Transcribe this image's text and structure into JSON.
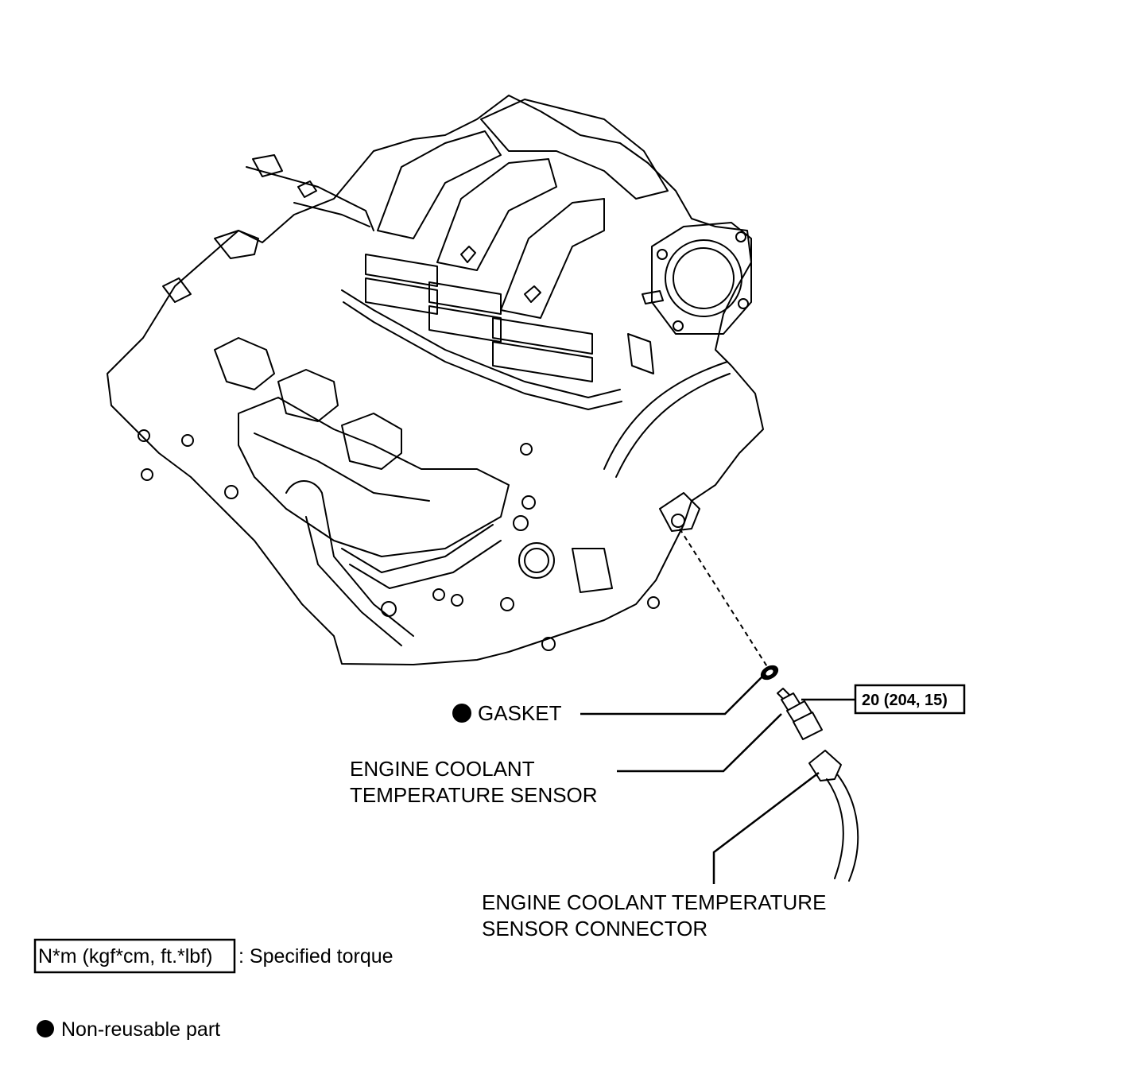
{
  "labels": {
    "gasket": "GASKET",
    "sensor_line1": "ENGINE COOLANT",
    "sensor_line2": "TEMPERATURE SENSOR",
    "connector_line1": "ENGINE COOLANT TEMPERATURE",
    "connector_line2": "SENSOR CONNECTOR",
    "torque_value": "20 (204, 15)"
  },
  "legend": {
    "torque_box_text": "N*m (kgf*cm, ft.*lbf)",
    "torque_desc": ": Specified torque",
    "nonreusable_desc": "Non-reusable part"
  },
  "icons": {
    "nonreusable": "filled-circle-icon"
  },
  "colors": {
    "ink": "#000000",
    "paper": "#ffffff"
  }
}
